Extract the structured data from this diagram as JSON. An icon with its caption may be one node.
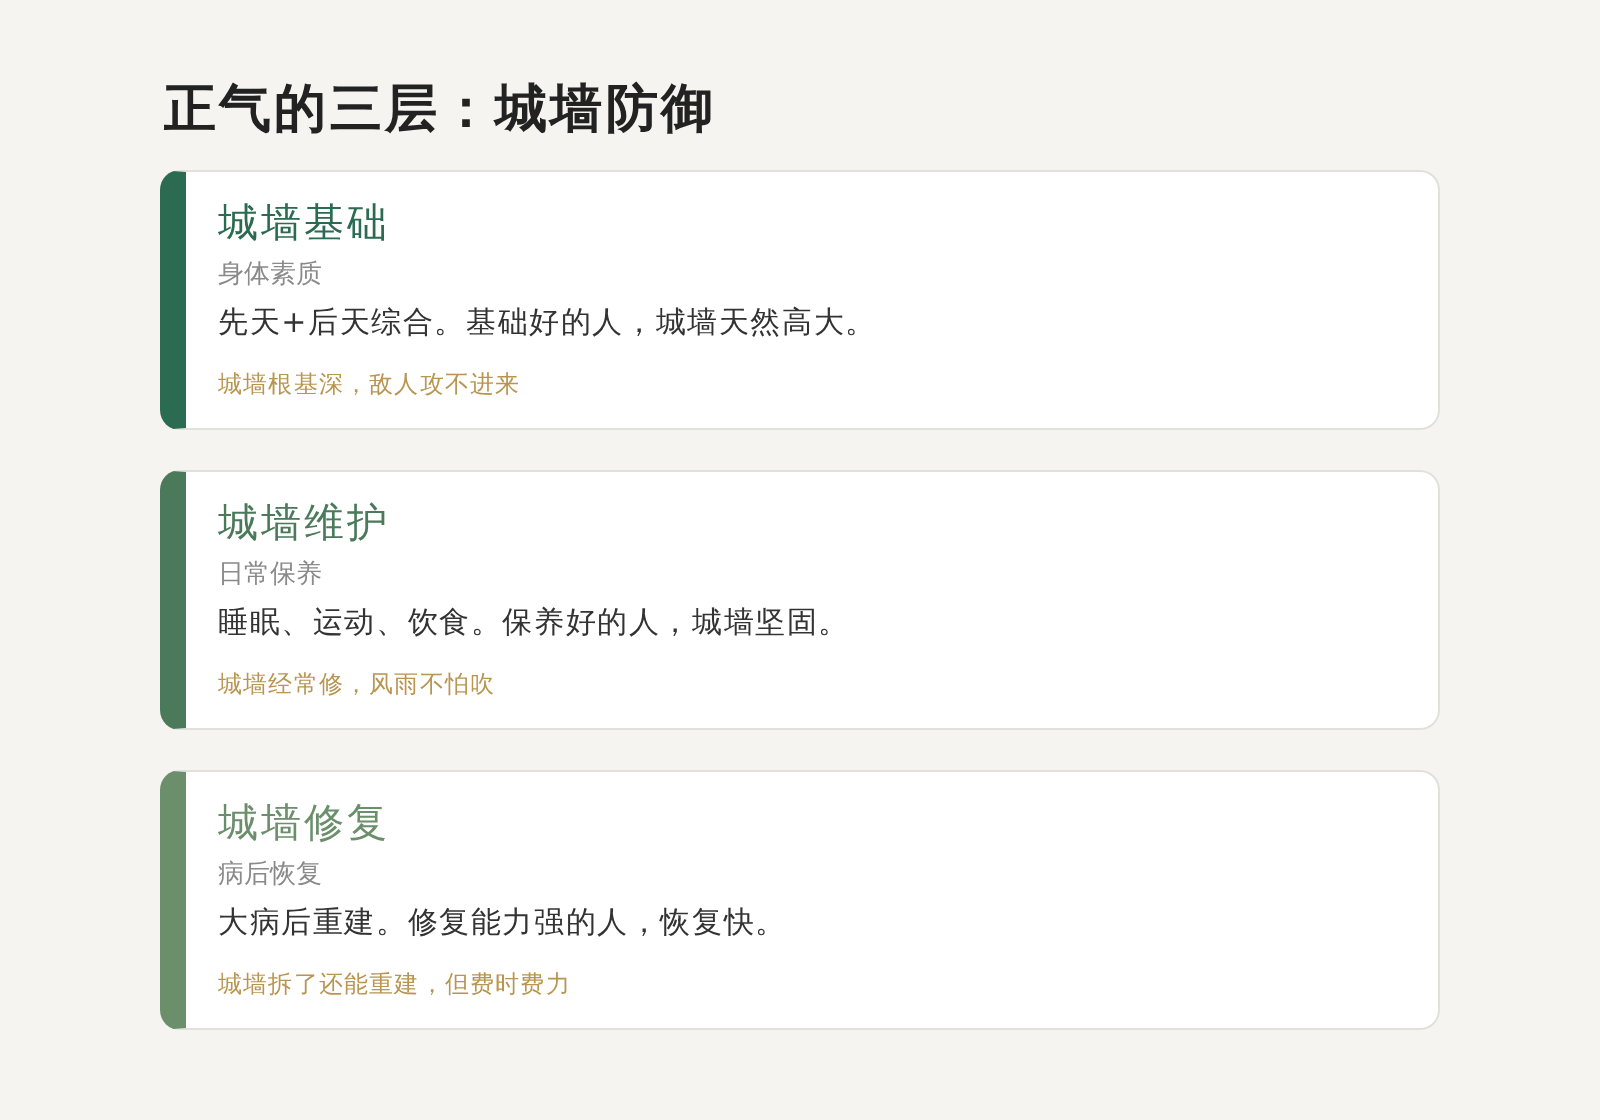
{
  "diagram": {
    "title": "正气的三层：城墙防御",
    "nodes": [
      {
        "text": [
          "城墙基础",
          "身体素质",
          "先天+后天综合。基础好的人，城墙天然高大。",
          "城墙根基深，敌人攻不进来"
        ]
      },
      {
        "text": [
          "城墙维护",
          "日常保养",
          "睡眠、运动、饮食。保养好的人，城墙坚固。",
          "城墙经常修，风雨不怕吹"
        ]
      },
      {
        "text": [
          "城墙修复",
          "病后恢复",
          "大病后重建。修复能力强的人，恢复快。",
          "城墙拆了还能重建，但费时费力"
        ]
      }
    ]
  }
}
